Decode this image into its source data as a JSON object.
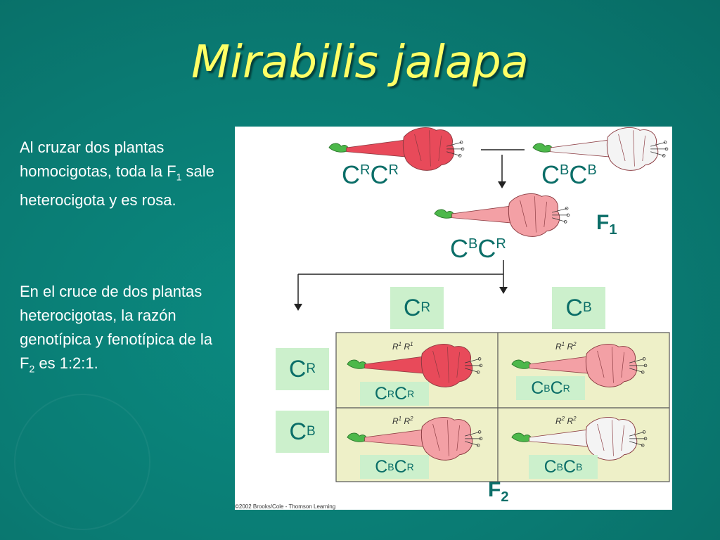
{
  "slide": {
    "title": "Mirabilis jalapa",
    "para1": {
      "text": "Al cruzar dos plantas homocigotas, toda la F",
      "sub": "1",
      "tail": " sale heterocigota y es rosa."
    },
    "para2": {
      "text": "En el cruce de dos plantas heterocigotas, la razón genotípica y fenotípica de la F",
      "sub": "2",
      "tail": " es 1:2:1."
    }
  },
  "diagram": {
    "parent_left": {
      "b1": "C",
      "s1": "R",
      "b2": "C",
      "s2": "R"
    },
    "parent_right": {
      "b1": "C",
      "s1": "B",
      "b2": "C",
      "s2": "B"
    },
    "f1_geno": {
      "b1": "C",
      "s1": "B",
      "b2": "C",
      "s2": "R"
    },
    "f1_label": {
      "base": "F",
      "sub": "1"
    },
    "f2_label": {
      "base": "F",
      "sub": "2"
    },
    "gametes_top": [
      {
        "base": "C",
        "sup": "R"
      },
      {
        "base": "C",
        "sup": "B"
      }
    ],
    "gametes_side": [
      {
        "base": "C",
        "sup": "R"
      },
      {
        "base": "C",
        "sup": "B"
      }
    ],
    "cells": [
      {
        "r1": "R",
        "s1": "1",
        "r2": "R",
        "s2": "1",
        "b1": "C",
        "g1": "R",
        "b2": "C",
        "g2": "R",
        "color": "#e84a5a"
      },
      {
        "r1": "R",
        "s1": "1",
        "r2": "R",
        "s2": "2",
        "b1": "C",
        "g1": "B",
        "b2": "C",
        "g2": "R",
        "color": "#f3a0a5"
      },
      {
        "r1": "R",
        "s1": "1",
        "r2": "R",
        "s2": "2",
        "b1": "C",
        "g1": "B",
        "b2": "C",
        "g2": "R",
        "color": "#f3a0a5"
      },
      {
        "r1": "R",
        "s1": "2",
        "r2": "R",
        "s2": "2",
        "b1": "C",
        "g1": "B",
        "b2": "C",
        "g2": "B",
        "color": "#f4f4f4"
      }
    ],
    "credit": "©2002 Brooks/Cole - Thomson Learning",
    "colors": {
      "red": "#e84a5a",
      "pink": "#f3a0a5",
      "white": "#f4f4f4",
      "leaf": "#4cb84a",
      "grid_bg": "#eef0c8"
    }
  }
}
